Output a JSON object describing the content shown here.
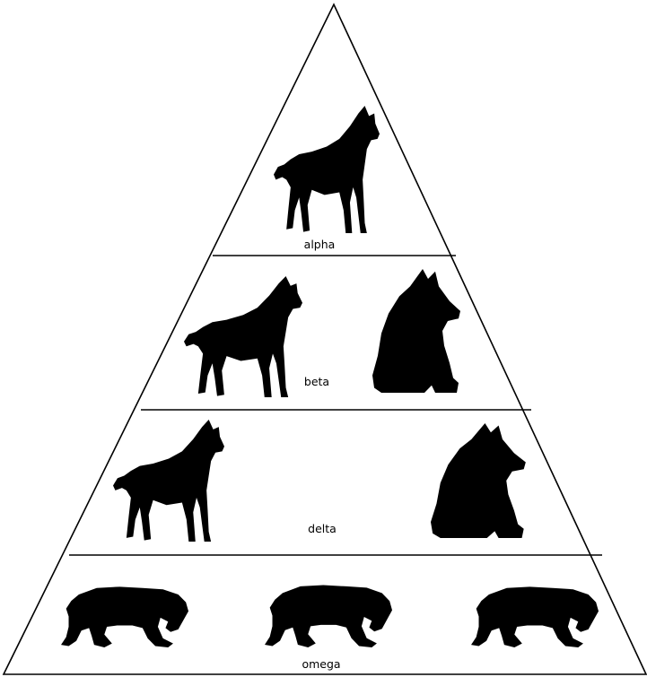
{
  "pyramid": {
    "tiers": [
      {
        "label": "alpha"
      },
      {
        "label": "beta"
      },
      {
        "label": "delta"
      },
      {
        "label": "omega"
      }
    ]
  },
  "colors": {
    "outline": "#000000",
    "silhouette": "#000000",
    "background": "#ffffff"
  }
}
